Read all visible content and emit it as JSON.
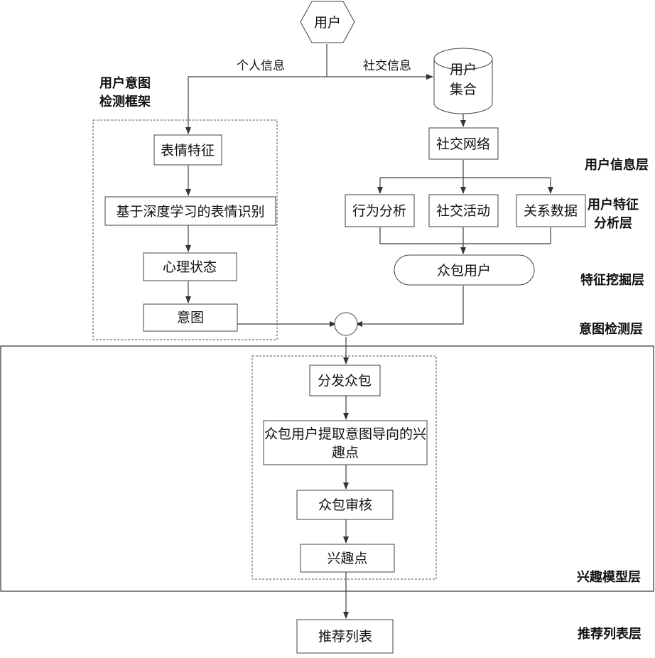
{
  "nodes": {
    "user": "用户",
    "user_set_1": "用户",
    "user_set_2": "集合",
    "expression_feature": "表情特征",
    "deep_learning": "基于深度学习的表情识别",
    "mental_state": "心理状态",
    "intent": "意图",
    "social_network": "社交网络",
    "behavior_analysis": "行为分析",
    "social_activity": "社交活动",
    "relation_data": "关系数据",
    "crowd_user": "众包用户",
    "distribute": "分发众包",
    "extract_1": "众包用户提取意图导向的兴",
    "extract_2": "趣点",
    "review": "众包审核",
    "interest_point": "兴趣点",
    "recommend_list": "推荐列表"
  },
  "edge_labels": {
    "personal_info": "个人信息",
    "social_info": "社交信息"
  },
  "frame_label": {
    "line1": "用户意图",
    "line2": "检测框架"
  },
  "layers": {
    "user_info": "用户信息层",
    "user_feature_1": "用户特征",
    "user_feature_2": "分析层",
    "feature_mining": "特征挖掘层",
    "intent_detect": "意图检测层",
    "interest_model": "兴趣模型层",
    "recommend": "推荐列表层"
  }
}
